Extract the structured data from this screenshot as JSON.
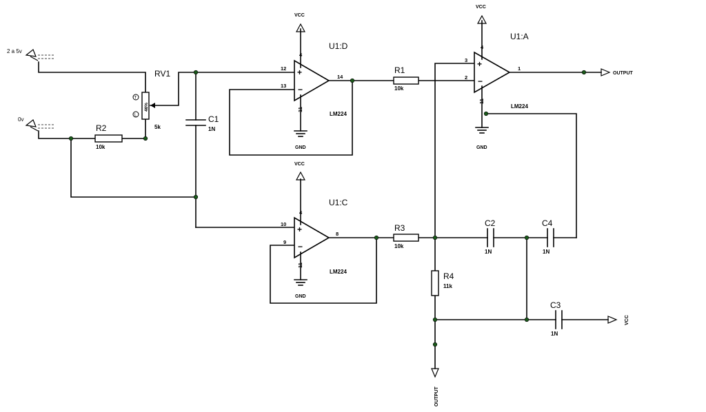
{
  "ports": {
    "input_high": "2 a 5v",
    "input_low": "0v"
  },
  "components": {
    "rv1": {
      "name": "RV1",
      "value": "5k",
      "wiper": "46%"
    },
    "r1": {
      "name": "R1",
      "value": "10k"
    },
    "r2": {
      "name": "R2",
      "value": "10k"
    },
    "r3": {
      "name": "R3",
      "value": "10k"
    },
    "r4": {
      "name": "R4",
      "value": "11k"
    },
    "c1": {
      "name": "C1",
      "value": "1N"
    },
    "c2": {
      "name": "C2",
      "value": "1N"
    },
    "c3": {
      "name": "C3",
      "value": "1N"
    },
    "c4": {
      "name": "C4",
      "value": "1N"
    },
    "u1d": {
      "name": "U1:D",
      "part": "LM224",
      "pin_plus": "12",
      "pin_minus": "13",
      "pin_out": "14",
      "pin_vcc": "4",
      "pin_gnd": "11"
    },
    "u1c": {
      "name": "U1:C",
      "part": "LM224",
      "pin_plus": "10",
      "pin_minus": "9",
      "pin_out": "8",
      "pin_vcc": "4",
      "pin_gnd": "11"
    },
    "u1a": {
      "name": "U1:A",
      "part": "LM224",
      "pin_plus": "3",
      "pin_minus": "2",
      "pin_out": "1",
      "pin_vcc": "4",
      "pin_gnd": "11"
    }
  },
  "power": {
    "vcc": "VCC",
    "gnd": "GND"
  },
  "outputs": {
    "main": "OUTPUT",
    "bottom": "OUTPUT"
  },
  "opamp_signs": {
    "plus": "+",
    "minus": "−"
  }
}
